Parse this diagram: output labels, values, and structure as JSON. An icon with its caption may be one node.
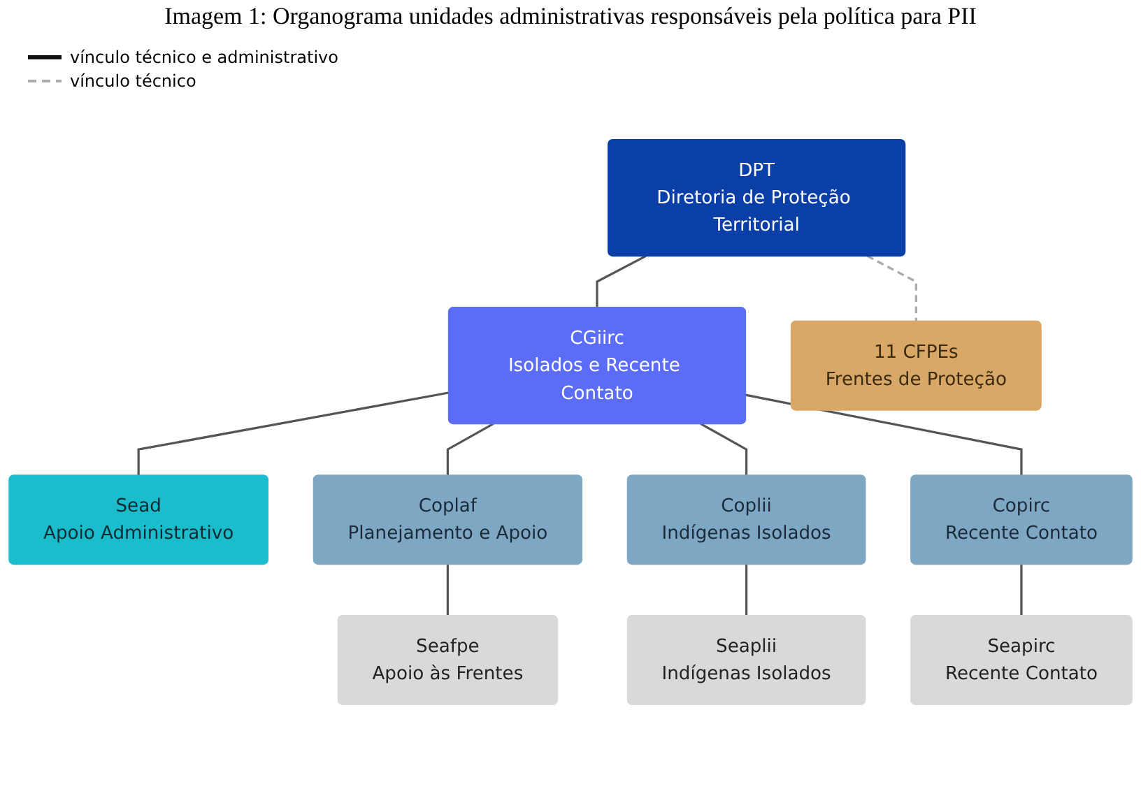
{
  "diagram": {
    "title": "Imagem 1: Organograma unidades administrativas responsáveis pela política para PII",
    "nodes": [
      {
        "text": [
          "DPT",
          "Diretoria de Proteção Territorial"
        ]
      },
      {
        "text": [
          "CGiirc",
          "Isolados e Recente Contato"
        ]
      },
      {
        "text": [
          "Sead",
          "Apoio Administrativo"
        ]
      },
      {
        "text": [
          "Coplaf",
          "Planejamento e Apoio"
        ]
      },
      {
        "text": [
          "Coplii",
          "Indígenas Isolados"
        ]
      },
      {
        "text": [
          "Copirc",
          "Recente Contato"
        ]
      },
      {
        "text": [
          "Seafpe",
          "Apoio às Frentes"
        ]
      },
      {
        "text": [
          "Seaplii",
          "Indígenas Isolados"
        ]
      },
      {
        "text": [
          "Seapirc",
          "Recente Contato"
        ]
      },
      {
        "text": [
          "11 CFPEs",
          "Frentes de Proteção"
        ]
      }
    ],
    "edges": [
      {
        "from": 0,
        "to": 1,
        "arrow": "none"
      },
      {
        "from": 1,
        "to": 2,
        "arrow": "none"
      },
      {
        "from": 1,
        "to": 3,
        "arrow": "none"
      },
      {
        "from": 1,
        "to": 4,
        "arrow": "none"
      },
      {
        "from": 1,
        "to": 5,
        "arrow": "none"
      },
      {
        "from": 3,
        "to": 6,
        "arrow": "none"
      },
      {
        "from": 4,
        "to": 7,
        "arrow": "none"
      },
      {
        "from": 5,
        "to": 8,
        "arrow": "none"
      },
      {
        "from": 0,
        "to": 9,
        "arrow": "none",
        "style": "dashed",
        "color": "#aaaaaa"
      }
    ],
    "legend": [
      {
        "text": "vínculo técnico e administrativo"
      },
      {
        "text": "vínculo técnico"
      }
    ]
  }
}
